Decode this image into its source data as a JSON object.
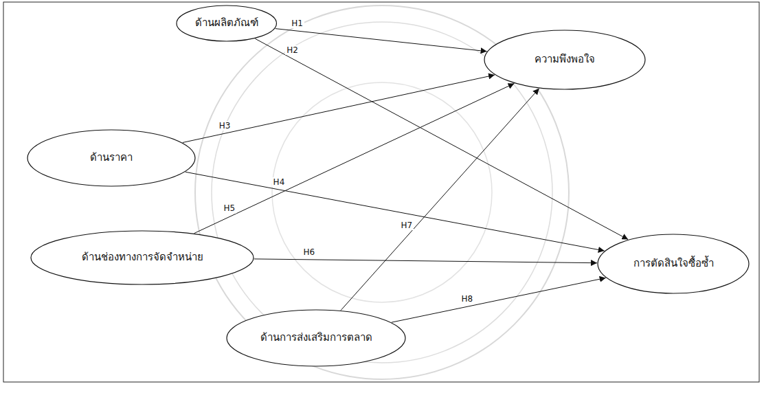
{
  "diagram": {
    "nodes": [
      {
        "text": [
          "ด้านผลิตภัณฑ์"
        ]
      },
      {
        "text": [
          "ความพึงพอใจ"
        ]
      },
      {
        "text": [
          "ด้านราคา"
        ]
      },
      {
        "text": [
          "ด้านช่องทางการจัดจำหน่าย"
        ]
      },
      {
        "text": [
          "การตัดสินใจซื้อซ้ำ"
        ]
      },
      {
        "text": [
          "ด้านการส่งเสริมการตลาด"
        ]
      }
    ],
    "edges": [
      {
        "from": 0,
        "to": 1,
        "label": "H1",
        "arrow": "to"
      },
      {
        "from": 0,
        "to": 4,
        "label": "H2",
        "arrow": "to"
      },
      {
        "from": 2,
        "to": 1,
        "label": "H3",
        "arrow": "to"
      },
      {
        "from": 2,
        "to": 4,
        "label": "H4",
        "arrow": "to"
      },
      {
        "from": 3,
        "to": 1,
        "label": "H5",
        "arrow": "to"
      },
      {
        "from": 3,
        "to": 4,
        "label": "H6",
        "arrow": "to"
      },
      {
        "from": 5,
        "to": 1,
        "label": "H7",
        "arrow": "to"
      },
      {
        "from": 5,
        "to": 4,
        "label": "H8",
        "arrow": "to"
      }
    ]
  }
}
